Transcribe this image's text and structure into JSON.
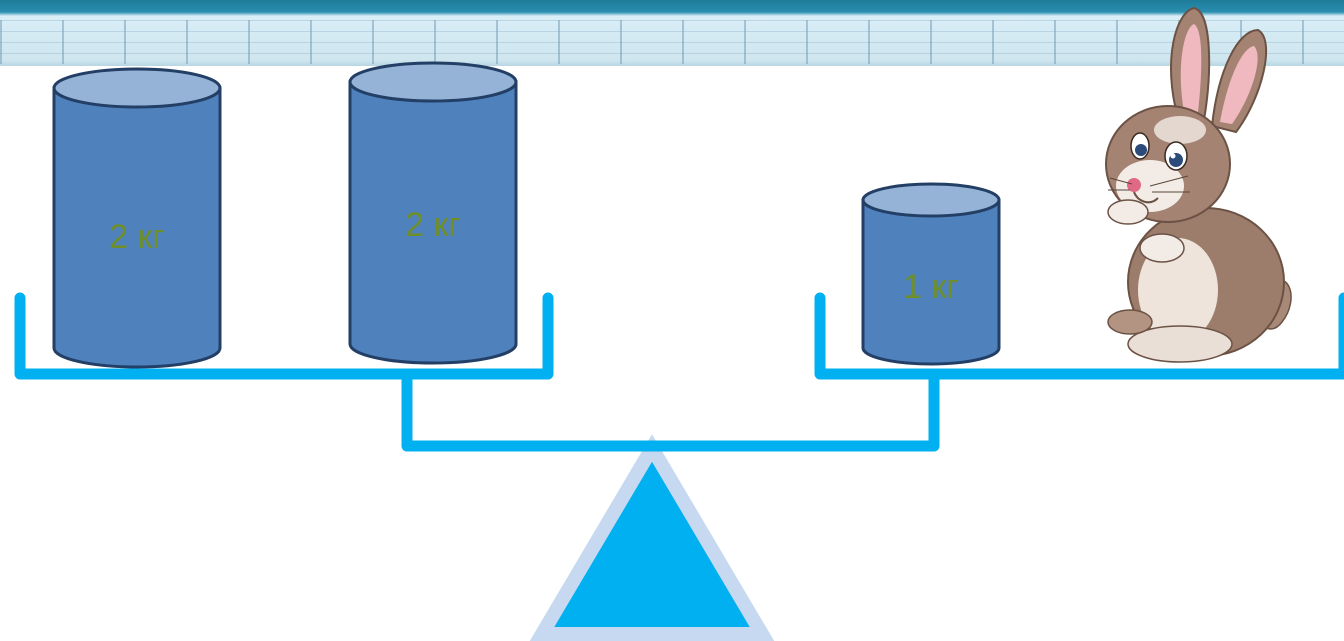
{
  "weights": [
    {
      "label": "2 кг"
    },
    {
      "label": "2 кг"
    },
    {
      "label": "1 кг"
    }
  ],
  "colors": {
    "cylinder_body": "#4f81bd",
    "cylinder_top": "#95b3d7",
    "cylinder_outline": "#233f66",
    "scale_beam": "#00b0f0",
    "fulcrum_fill": "#00b0f0",
    "fulcrum_border": "#c6d9f1",
    "label_text": "#6f8f2a"
  },
  "icons": {
    "character": "bunny-icon"
  }
}
